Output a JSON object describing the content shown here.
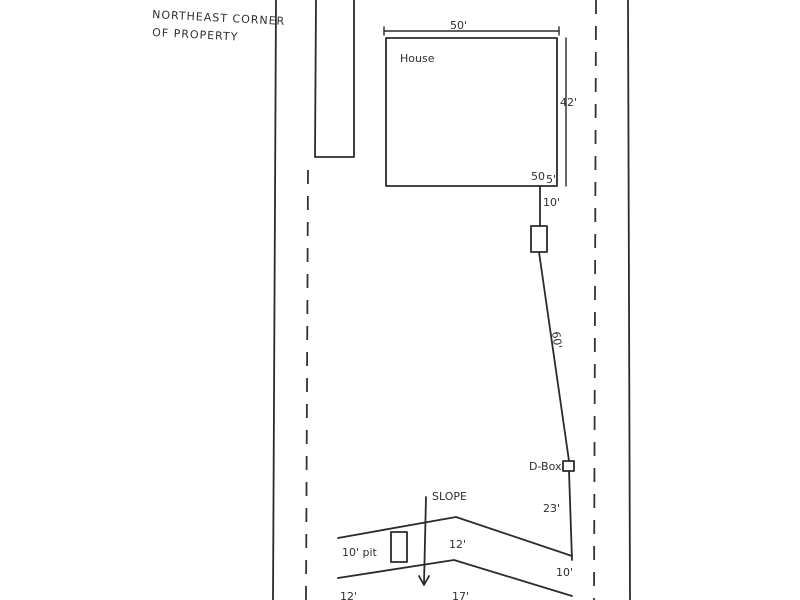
{
  "note": {
    "line1": "NORTHEAST  CORNER",
    "line2": "OF PROPERTY"
  },
  "house": {
    "label": "House",
    "width": "50'",
    "depth": "42'",
    "corner_offset": "50",
    "corner_offset2": "5'"
  },
  "pipe": {
    "to_tank": "10'",
    "to_dbox": "60'",
    "dbox_label": "D-Box",
    "to_field": "23'"
  },
  "field": {
    "slope": "SLOPE",
    "pit_label": "10' pit",
    "width_1": "12'",
    "spacing": "10'",
    "length_2": "12'",
    "width_2": "17'"
  }
}
